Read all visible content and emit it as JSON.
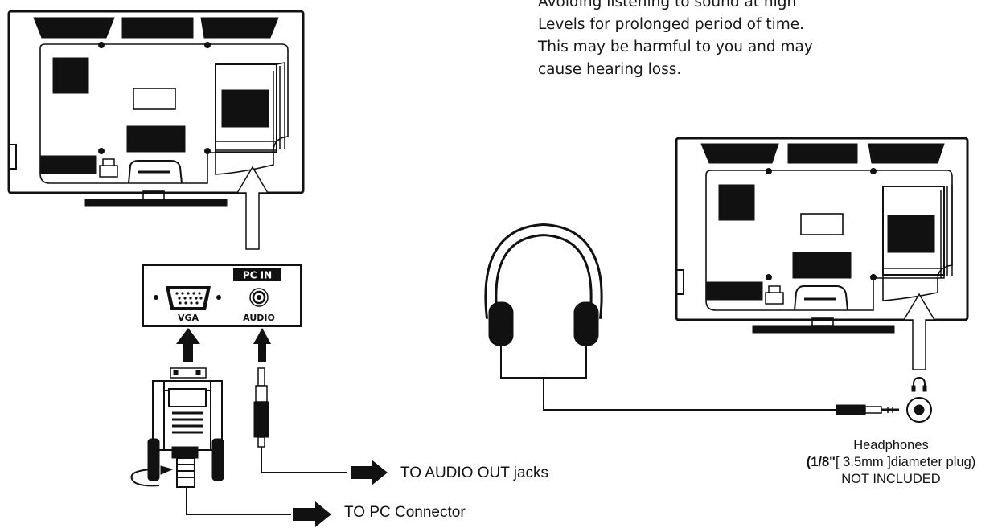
{
  "warning": {
    "lines": [
      "Avoiding listening to sound at high",
      "Levels for prolonged period of time.",
      "This may be harmful to you and may",
      "cause hearing loss."
    ]
  },
  "pc_panel": {
    "header": "PC IN",
    "vga_label": "VGA",
    "audio_label": "AUDIO"
  },
  "labels": {
    "audio_out": "TO AUDIO OUT jacks",
    "pc_connector": "TO PC Connector"
  },
  "headphones": {
    "title": "Headphones",
    "plug_prefix_bold": "(1/8\"",
    "plug_rest": "[ 3.5mm ]diameter plug)",
    "not_included": "NOT INCLUDED"
  },
  "icons": [
    "tv-back-left",
    "tv-back-right",
    "vga-connector",
    "audio-plug",
    "headphones",
    "headphone-jack",
    "arrow"
  ]
}
